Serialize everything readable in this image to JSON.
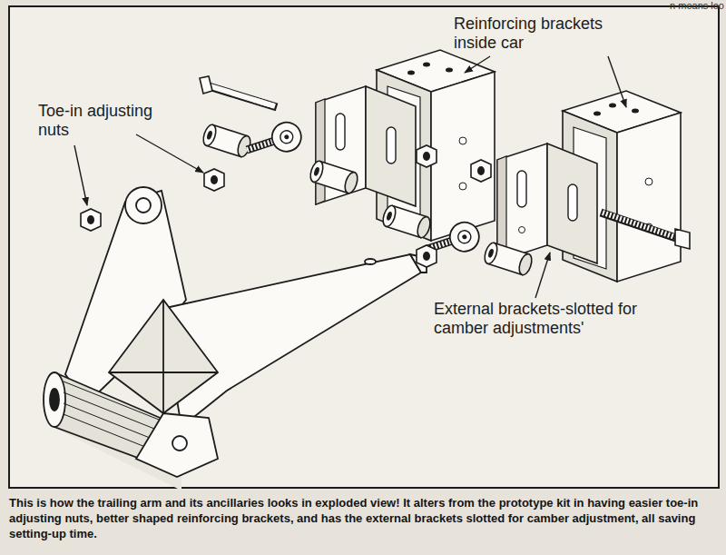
{
  "diagram": {
    "caption": "This is how the trailing arm and its ancillaries looks in exploded view! It alters from the prototype kit in having easier toe-in adjusting nuts, better shaped reinforcing brackets, and has the external brackets slotted for camber adjustment, all saving setting-up time.",
    "labels": [
      "n means loo",
      "Toe-in adjusting nuts",
      "Reinforcing brackets inside car",
      "External brackets-slotted for camber adjustments'"
    ]
  }
}
